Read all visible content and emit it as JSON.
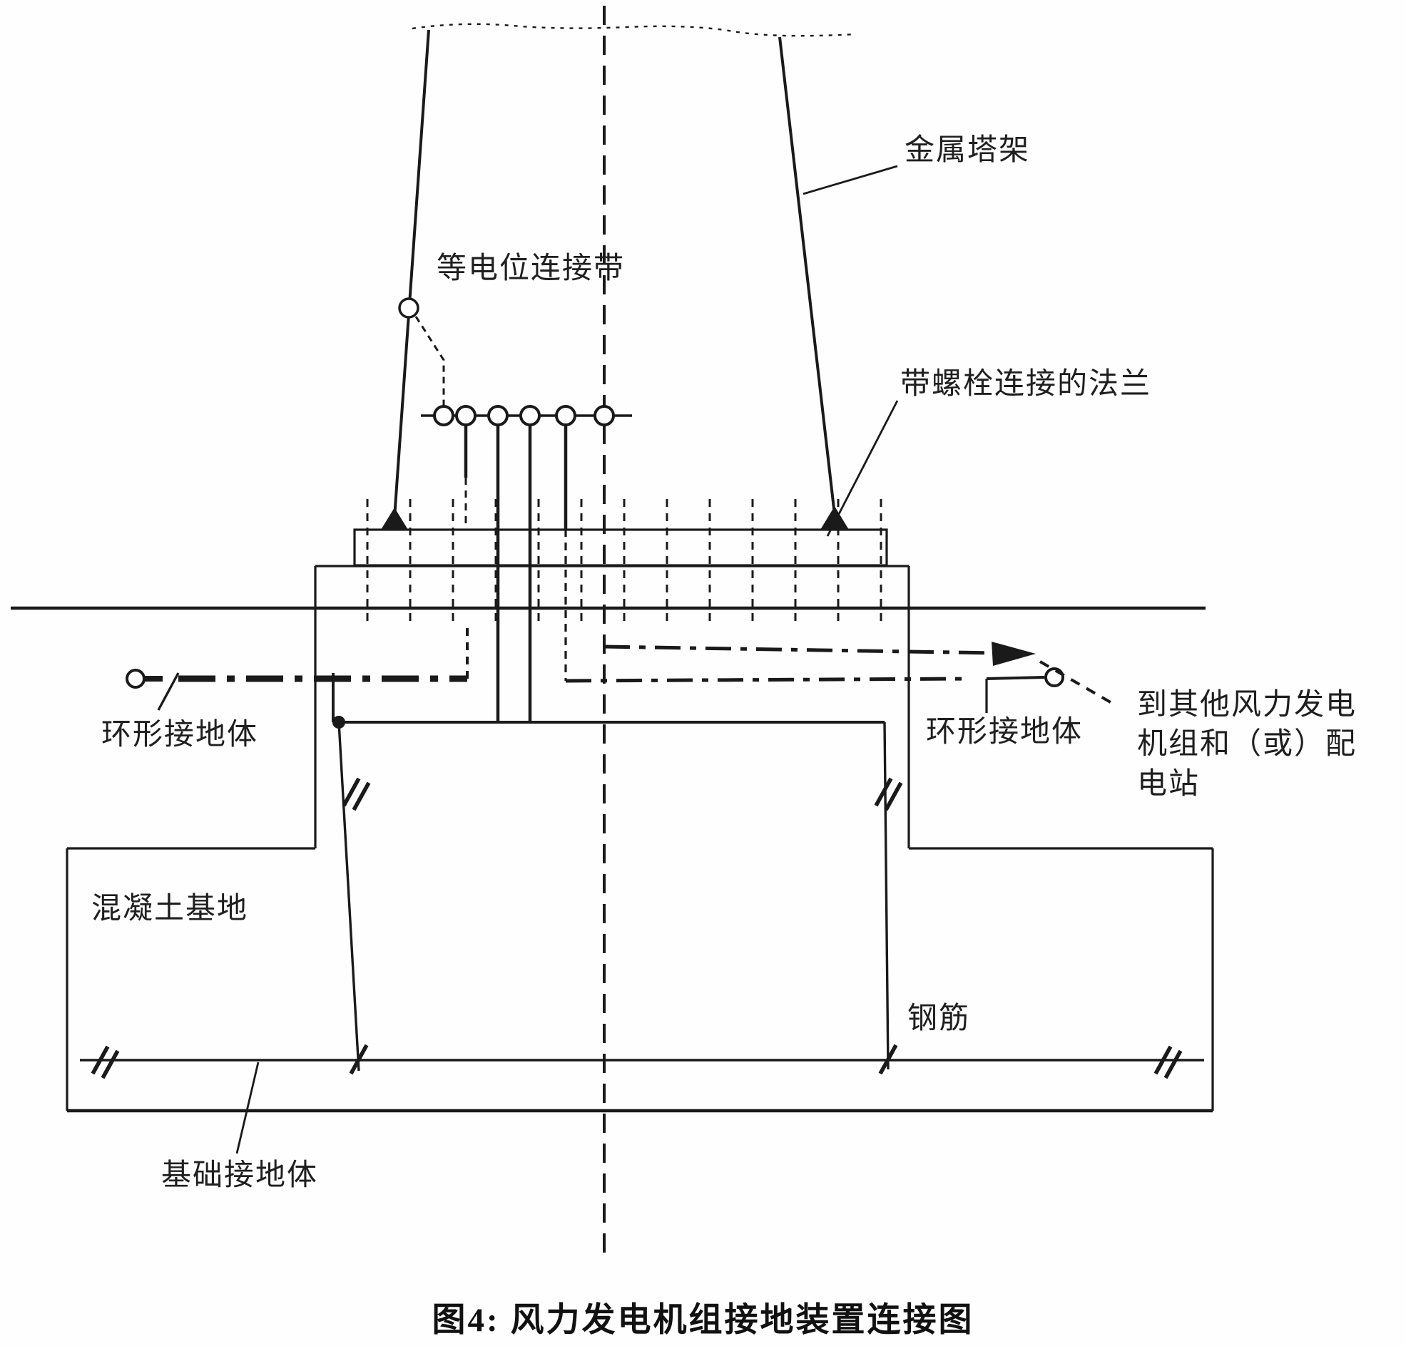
{
  "page": {
    "background": "#fefefe",
    "line_color": "#1a1a1a",
    "title": "图4: 风力发电机组接地装置连接图"
  },
  "labels": {
    "metal_tower": "金属塔架",
    "equipotential_bond": "等电位连接带",
    "bolted_flange": "带螺栓连接的法兰",
    "ring_earth_left": "环形接地体",
    "ring_earth_right": "环形接地体",
    "to_other_lines": [
      "到其他风力发电",
      "机组和（或）配",
      "电站"
    ],
    "concrete_base": "混凝土基地",
    "rebar": "钢筋",
    "foundation_earth": "基础接地体"
  },
  "caption": "图4: 风力发电机组接地装置连接图"
}
